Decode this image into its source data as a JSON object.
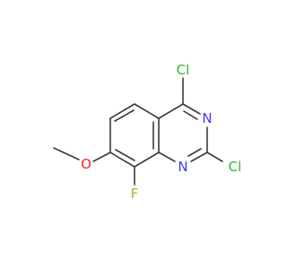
{
  "molecule": {
    "atoms": {
      "cl_top": "Cl",
      "cl_right": "Cl",
      "n_upper": "N",
      "n_lower": "N",
      "o_methoxy": "O",
      "f_bottom": "F"
    }
  },
  "colors": {
    "bond": "#3a3a3a",
    "chlorine": "#2eb82e",
    "nitrogen": "#3b3bff",
    "oxygen": "#ff2020",
    "fluorine": "#8fbf2f"
  }
}
